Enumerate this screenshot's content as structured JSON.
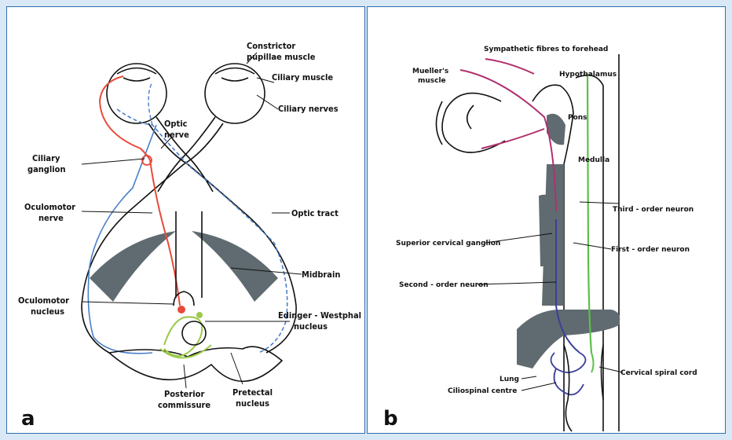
{
  "colors": {
    "background": "#d9e8f6",
    "frame": "#2f6fb3",
    "parasympathetic_red": "#e84a3a",
    "blue": "#4a7fc8",
    "dark_blue": "#3a3f9a",
    "green_edinger": "#9bc94a",
    "magenta": "#b0306e",
    "green_hypothalamus": "#5cbf4a",
    "grey_structure": "#5f6b70"
  },
  "panel_a": {
    "letter": "a",
    "labels": {
      "constrictor": "Constrictor",
      "pupillae": "pupillae muscle",
      "ciliary_muscle": "Ciliary muscle",
      "ciliary_nerves": "Ciliary nerves",
      "optic": "Optic",
      "nerve": "nerve",
      "ciliary": "Ciliary",
      "ganglion": "ganglion",
      "oculomotor": "Oculomotor",
      "oculomotor_nerve_2": "nerve",
      "optic_tract": "Optic tract",
      "midbrain": "Midbrain",
      "oculomotor_nucleus_1": "Oculomotor",
      "oculomotor_nucleus_2": "nucleus",
      "edinger_1": "Edinger - Westphal",
      "edinger_2": "nucleus",
      "posterior_1": "Posterior",
      "posterior_2": "commissure",
      "pretectal_1": "Pretectal",
      "pretectal_2": "nucleus"
    }
  },
  "panel_b": {
    "letter": "b",
    "labels": {
      "sympathetic": "Sympathetic fibres to forehead",
      "mueller_1": "Mueller's",
      "mueller_2": "muscle",
      "hypothalamus": "Hypothalamus",
      "pons": "Pons",
      "medulla": "Medulla",
      "third_order": "Third - order neuron",
      "superior_cervical": "Superior cervical ganglion",
      "first_order": "First - order neuron",
      "second_order": "Second - order neuron",
      "lung": "Lung",
      "ciliospinal": "Ciliospinal centre",
      "cervical_spinal": "Cervical spiral cord"
    }
  }
}
